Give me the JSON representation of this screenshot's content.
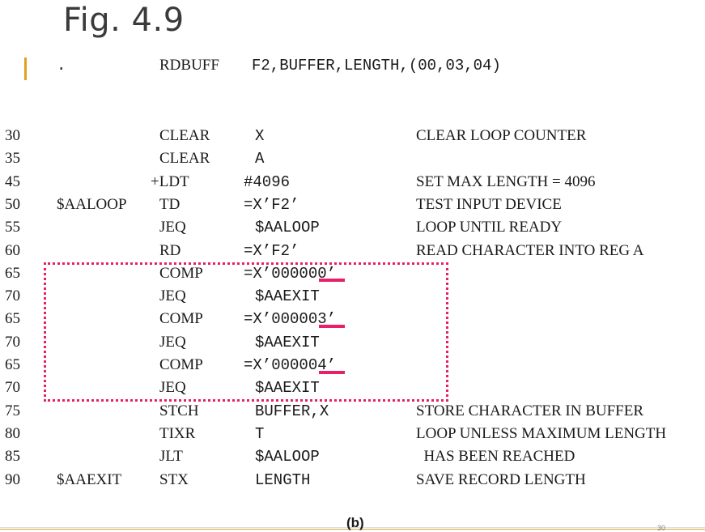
{
  "slide": {
    "title": "Fig. 4.9",
    "caption": "(b)",
    "page_number": "30"
  },
  "macro_call": {
    "dot": ".",
    "name": "RDBUFF",
    "args": "F2,BUFFER,LENGTH,(00,03,04)"
  },
  "lines": [
    {
      "num": "30",
      "label": "",
      "op": "CLEAR",
      "operand": "X",
      "comment": "CLEAR LOOP COUNTER"
    },
    {
      "num": "35",
      "label": "",
      "op": "CLEAR",
      "operand": "A",
      "comment": ""
    },
    {
      "num": "45",
      "label": "",
      "op": "+LDT",
      "operand": "#4096",
      "comment": "SET MAX LENGTH = 4096"
    },
    {
      "num": "50",
      "label": "$AALOOP",
      "op": "TD",
      "operand": "=X’F2’",
      "comment": "TEST INPUT DEVICE"
    },
    {
      "num": "55",
      "label": "",
      "op": "JEQ",
      "operand": "$AALOOP",
      "comment": "LOOP UNTIL READY"
    },
    {
      "num": "60",
      "label": "",
      "op": "RD",
      "operand": "=X’F2’",
      "comment": "READ CHARACTER INTO REG A"
    },
    {
      "num": "65",
      "label": "",
      "op": "COMP",
      "operand": "=X’000000’",
      "comment": ""
    },
    {
      "num": "70",
      "label": "",
      "op": "JEQ",
      "operand": "$AAEXIT",
      "comment": ""
    },
    {
      "num": "65",
      "label": "",
      "op": "COMP",
      "operand": "=X’000003’",
      "comment": ""
    },
    {
      "num": "70",
      "label": "",
      "op": "JEQ",
      "operand": "$AAEXIT",
      "comment": ""
    },
    {
      "num": "65",
      "label": "",
      "op": "COMP",
      "operand": "=X’000004’",
      "comment": ""
    },
    {
      "num": "70",
      "label": "",
      "op": "JEQ",
      "operand": "$AAEXIT",
      "comment": ""
    },
    {
      "num": "75",
      "label": "",
      "op": "STCH",
      "operand": "BUFFER,X",
      "comment": "STORE CHARACTER IN BUFFER"
    },
    {
      "num": "80",
      "label": "",
      "op": "TIXR",
      "operand": "T",
      "comment": "LOOP UNLESS MAXIMUM LENGTH"
    },
    {
      "num": "85",
      "label": "",
      "op": "JLT",
      "operand": "$AALOOP",
      "comment": "  HAS BEEN REACHED"
    },
    {
      "num": "90",
      "label": "$AAEXIT",
      "op": "STX",
      "operand": "LENGTH",
      "comment": "SAVE RECORD LENGTH"
    }
  ],
  "colors": {
    "highlight": "#e8206a",
    "accent": "#e0a020"
  }
}
